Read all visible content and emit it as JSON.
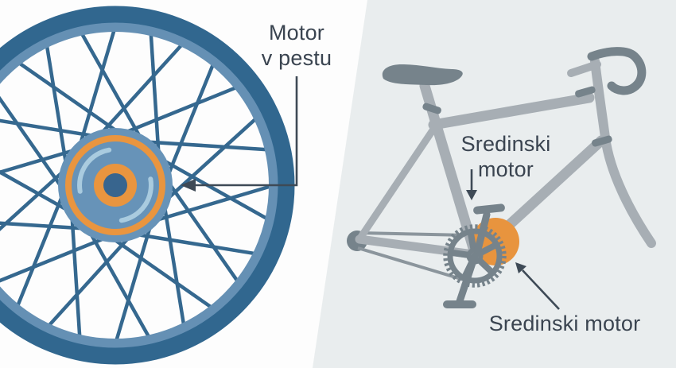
{
  "diagram": {
    "left_panel": {
      "label": "Motor\nv pestu",
      "subject": "wheel-with-hub-motor"
    },
    "right_panel": {
      "label_top": "Sredinski\nmotor",
      "label_bottom": "Sredinski motor",
      "subject": "bicycle-with-mid-drive-motor"
    }
  },
  "wheel": {
    "spoke_count": 28
  },
  "icons": [
    "hub-motor-arrow",
    "mid-motor-arrow-down",
    "mid-motor-arrow-diagonal"
  ],
  "colors": {
    "left_bg": "#fdfdfd",
    "right_bg": "#e9edee",
    "rim_dark": "#31678f",
    "rim_light": "#6590b4",
    "spoke": "#35688f",
    "hub_disk": "#6793b8",
    "hub_orange": "#e9953f",
    "hub_arc": "#a9cbdf",
    "hub_center": "#38658e",
    "frame_gray": "#a7aeb4",
    "dark_gray": "#76838b",
    "chain_gray": "#8b959c",
    "motor_orange": "#e8943e",
    "label_text": "#3a4450",
    "arrow": "#3e4a56"
  }
}
